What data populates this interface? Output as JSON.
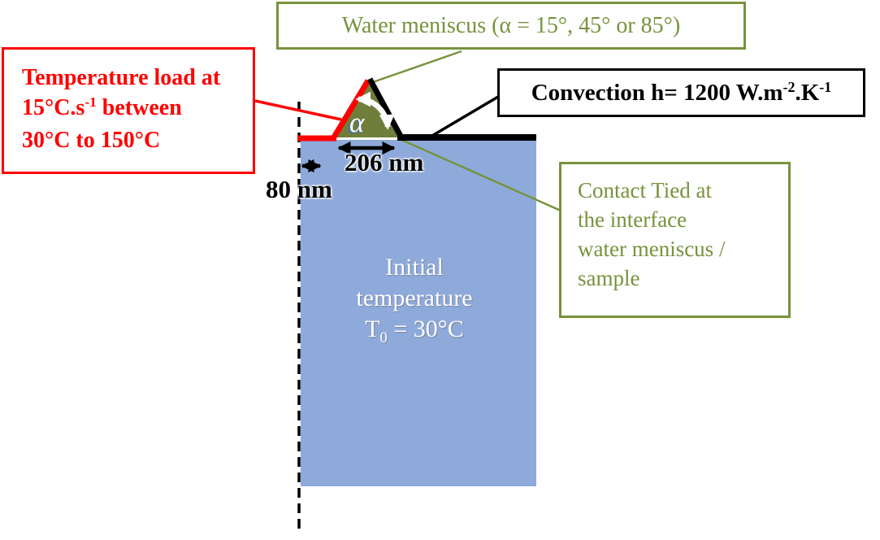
{
  "callouts": {
    "water_meniscus": {
      "text": "Water meniscus (α = 15°, 45° or 85°)"
    },
    "temperature_load": {
      "line1": "Temperature load at",
      "line2_parts": [
        "15°C.s",
        "-1",
        " between"
      ],
      "line3": "30°C to 150°C"
    },
    "convection": {
      "parts": [
        "Convection h= 1200 W.m",
        "-2",
        ".K",
        "-1"
      ]
    },
    "contact_tied": {
      "lines": [
        "Contact Tied at",
        "the interface",
        "water meniscus /",
        "sample"
      ]
    }
  },
  "diagram": {
    "alpha": "α",
    "dim_meniscus_width": "206 nm",
    "dim_offset": "80 nm",
    "sample": {
      "line1": "Initial",
      "line2": "temperature",
      "line3_parts": [
        "T",
        "0",
        " = 30°C"
      ]
    }
  },
  "colors": {
    "green": "#77933C",
    "triangle_fill": "#6F7E3A",
    "red": "#FF0000",
    "sample_blue": "#8EAADB",
    "black": "#000000",
    "white": "#FFFFFF"
  }
}
